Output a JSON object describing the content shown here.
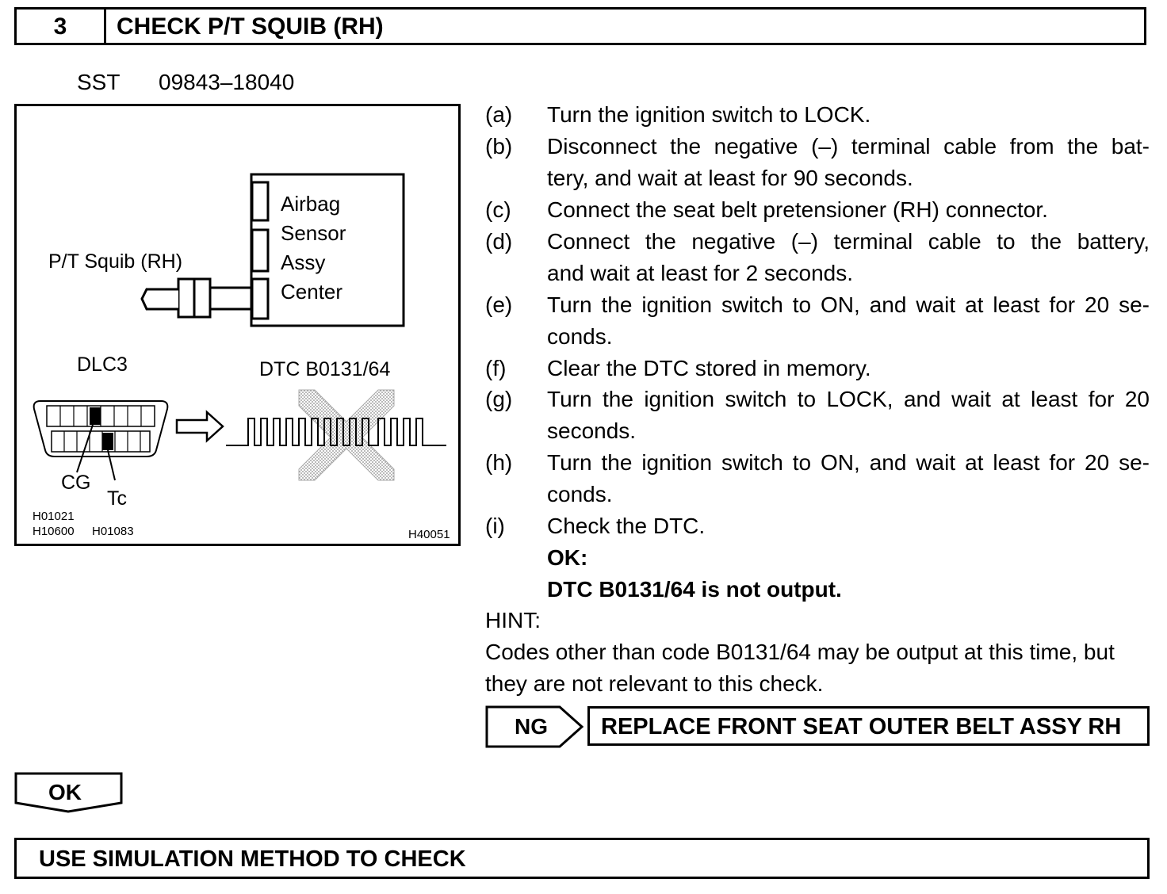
{
  "header": {
    "step_number": "3",
    "title": "CHECK P/T SQUIB (RH)"
  },
  "sst": {
    "label": "SST",
    "number": "09843–18040"
  },
  "figure": {
    "module_label_lines": [
      "Airbag",
      "Sensor",
      "Assy",
      "Center"
    ],
    "squib_label": "P/T Squib (RH)",
    "dlc_label": "DLC3",
    "dtc_label": "DTC B0131/64",
    "pin_labels": [
      "CG",
      "Tc"
    ],
    "ref_codes": [
      "H01021",
      "H10600",
      "H01083"
    ],
    "figure_code": "H40051"
  },
  "steps": [
    {
      "letter": "(a)",
      "lines": [
        "Turn the ignition switch to LOCK."
      ]
    },
    {
      "letter": "(b)",
      "lines": [
        "Disconnect the negative (–) terminal cable from the bat-",
        "tery, and wait at least for 90 seconds."
      ]
    },
    {
      "letter": "(c)",
      "lines": [
        "Connect the seat belt pretensioner (RH) connector."
      ]
    },
    {
      "letter": "(d)",
      "lines": [
        "Connect the negative (–) terminal cable to the battery,",
        "and wait at least for 2 seconds."
      ]
    },
    {
      "letter": "(e)",
      "lines": [
        "Turn the ignition switch to ON, and wait at least for 20 se-",
        "conds."
      ]
    },
    {
      "letter": "(f)",
      "lines": [
        "Clear the DTC stored in memory."
      ]
    },
    {
      "letter": "(g)",
      "lines": [
        "Turn the ignition switch to LOCK, and wait at least for 20",
        "seconds."
      ]
    },
    {
      "letter": "(h)",
      "lines": [
        "Turn the ignition switch to ON, and wait at least for 20 se-",
        "conds."
      ]
    },
    {
      "letter": "(i)",
      "lines": [
        "Check the DTC."
      ]
    }
  ],
  "ok_condition": {
    "label": "OK:",
    "text": "DTC B0131/64 is not output."
  },
  "hint": {
    "label": "HINT:",
    "text": "Codes other than code B0131/64 may be output at this time, but they are not relevant to this check."
  },
  "ng": {
    "label": "NG",
    "result": "REPLACE FRONT SEAT OUTER BELT ASSY RH"
  },
  "ok": {
    "label": "OK"
  },
  "next_step": {
    "text": "USE SIMULATION METHOD TO CHECK"
  }
}
